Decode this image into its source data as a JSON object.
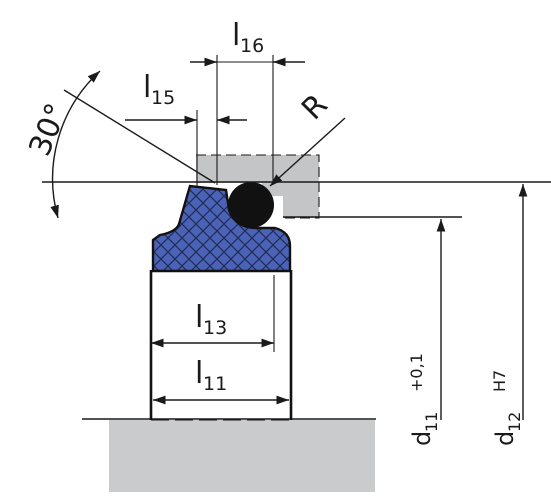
{
  "colors": {
    "seal_fill": "#4b63b6",
    "groove_fill": "#c4c5c7",
    "base_fill": "#c9cbcd",
    "line": "#1a1a1a",
    "oring": "#111111"
  },
  "labels": {
    "angle": "30°",
    "radius": "R",
    "l15": {
      "main": "l",
      "sub": "15"
    },
    "l16": {
      "main": "l",
      "sub": "16"
    },
    "l13": {
      "main": "l",
      "sub": "13"
    },
    "l11": {
      "main": "l",
      "sub": "11"
    },
    "d11": {
      "main": "d",
      "sub": "11",
      "tol": "+0,1"
    },
    "d12": {
      "main": "d",
      "sub": "12",
      "tol": "H7"
    }
  }
}
